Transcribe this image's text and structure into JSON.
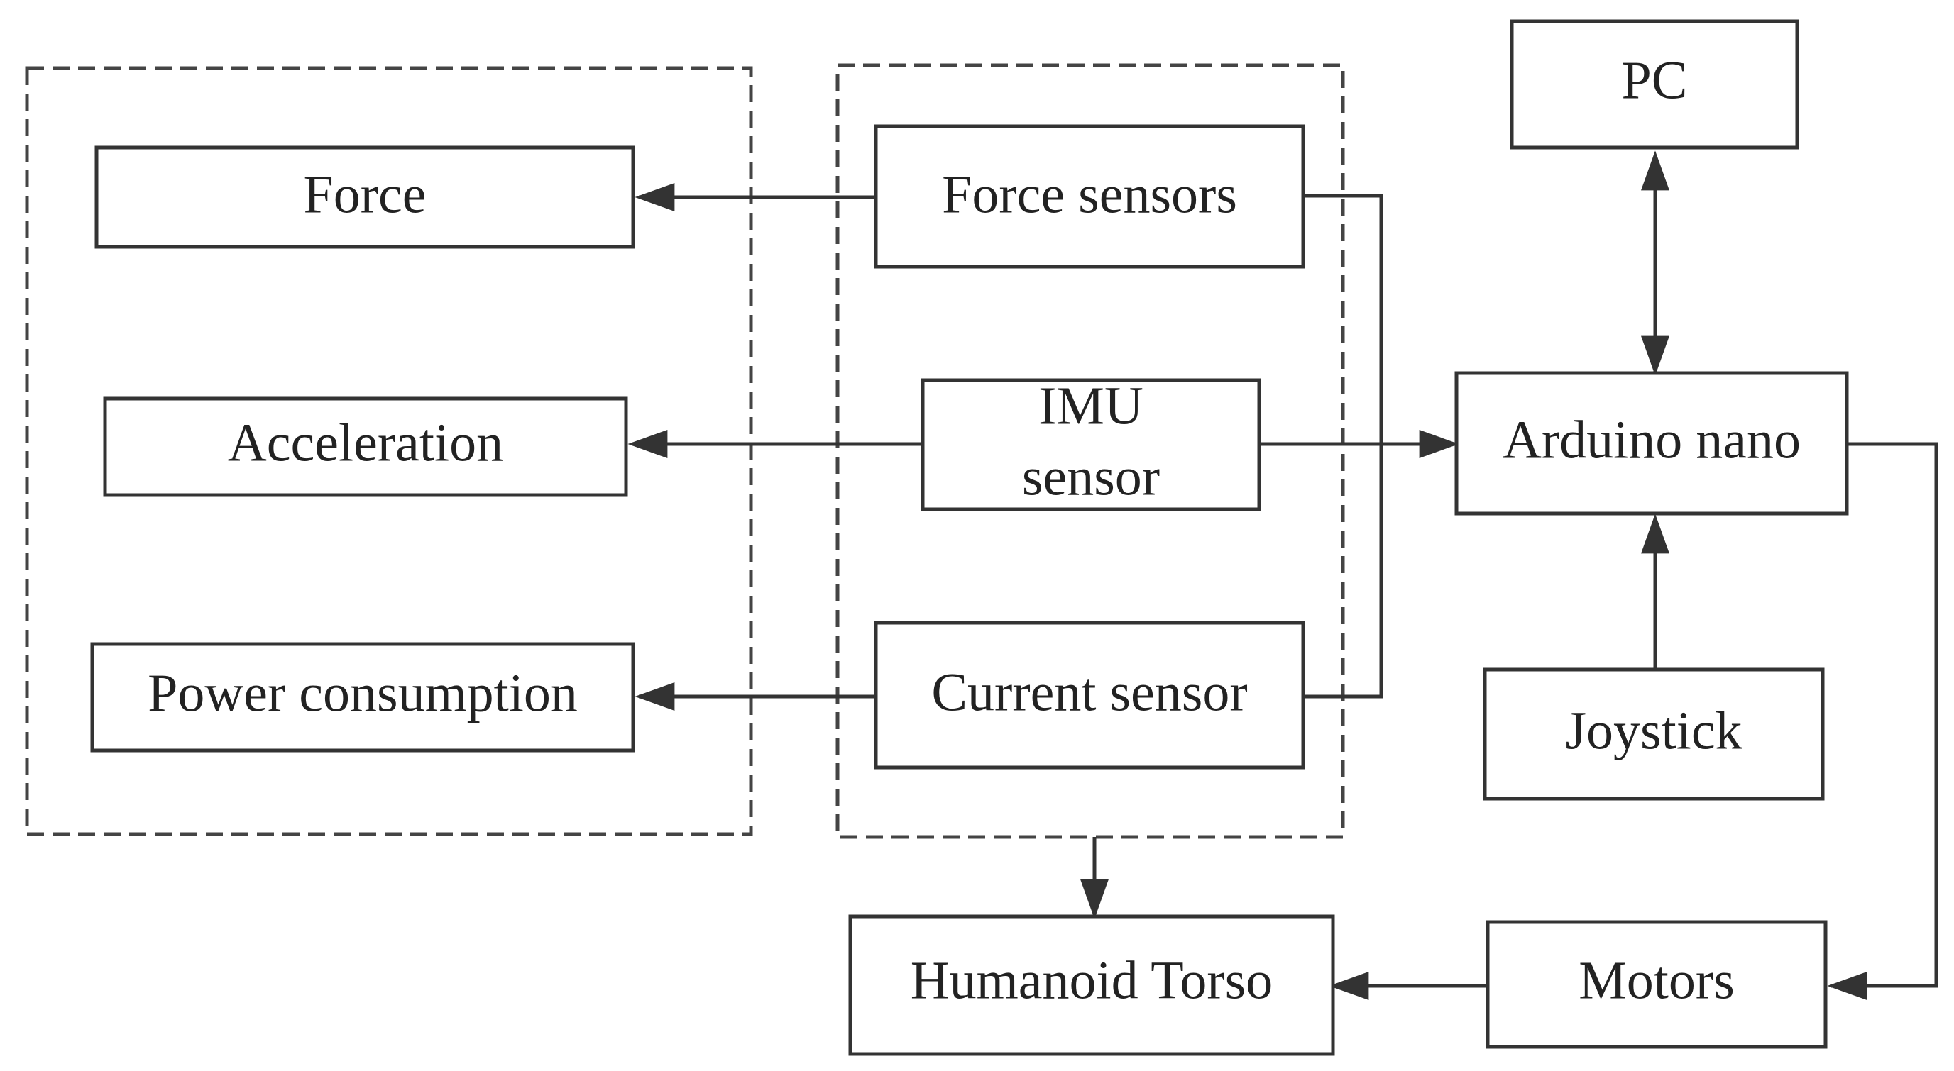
{
  "nodes": {
    "force": "Force",
    "acceleration": "Acceleration",
    "power": "Power consumption",
    "force_sensors": "Force sensors",
    "imu_line1": "IMU",
    "imu_line2": "sensor",
    "current_sensor": "Current sensor",
    "pc": "PC",
    "arduino": "Arduino nano",
    "joystick": "Joystick",
    "torso": "Humanoid Torso",
    "motors": "Motors"
  },
  "colors": {
    "stroke": "#333333",
    "text": "#222222",
    "background": "#ffffff"
  }
}
